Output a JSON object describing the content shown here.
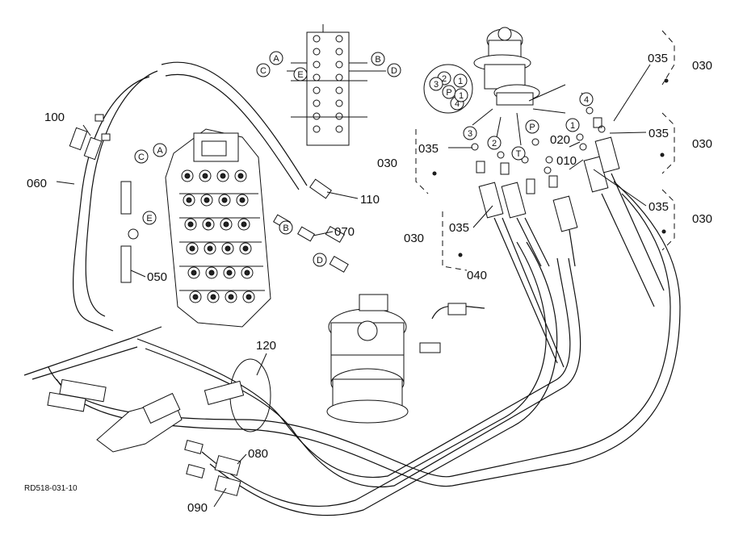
{
  "drawing_ref": "RD518-031-10",
  "callouts": [
    {
      "id": "p010",
      "text": "010"
    },
    {
      "id": "p020",
      "text": "020"
    },
    {
      "id": "p030a",
      "text": "030"
    },
    {
      "id": "p030b",
      "text": "030"
    },
    {
      "id": "p030c",
      "text": "030"
    },
    {
      "id": "p030d",
      "text": "030"
    },
    {
      "id": "p030e",
      "text": "030"
    },
    {
      "id": "p035a",
      "text": "035"
    },
    {
      "id": "p035b",
      "text": "035"
    },
    {
      "id": "p035c",
      "text": "035"
    },
    {
      "id": "p035d",
      "text": "035"
    },
    {
      "id": "p035e",
      "text": "035"
    },
    {
      "id": "p040",
      "text": "040"
    },
    {
      "id": "p050",
      "text": "050"
    },
    {
      "id": "p060",
      "text": "060"
    },
    {
      "id": "p070",
      "text": "070"
    },
    {
      "id": "p080",
      "text": "080"
    },
    {
      "id": "p090",
      "text": "090"
    },
    {
      "id": "p100",
      "text": "100"
    },
    {
      "id": "p110",
      "text": "110"
    },
    {
      "id": "p120",
      "text": "120"
    }
  ],
  "port_letters": [
    "A",
    "B",
    "C",
    "D",
    "E"
  ],
  "pilot_ports": [
    "1",
    "2",
    "3",
    "4",
    "P",
    "T"
  ]
}
